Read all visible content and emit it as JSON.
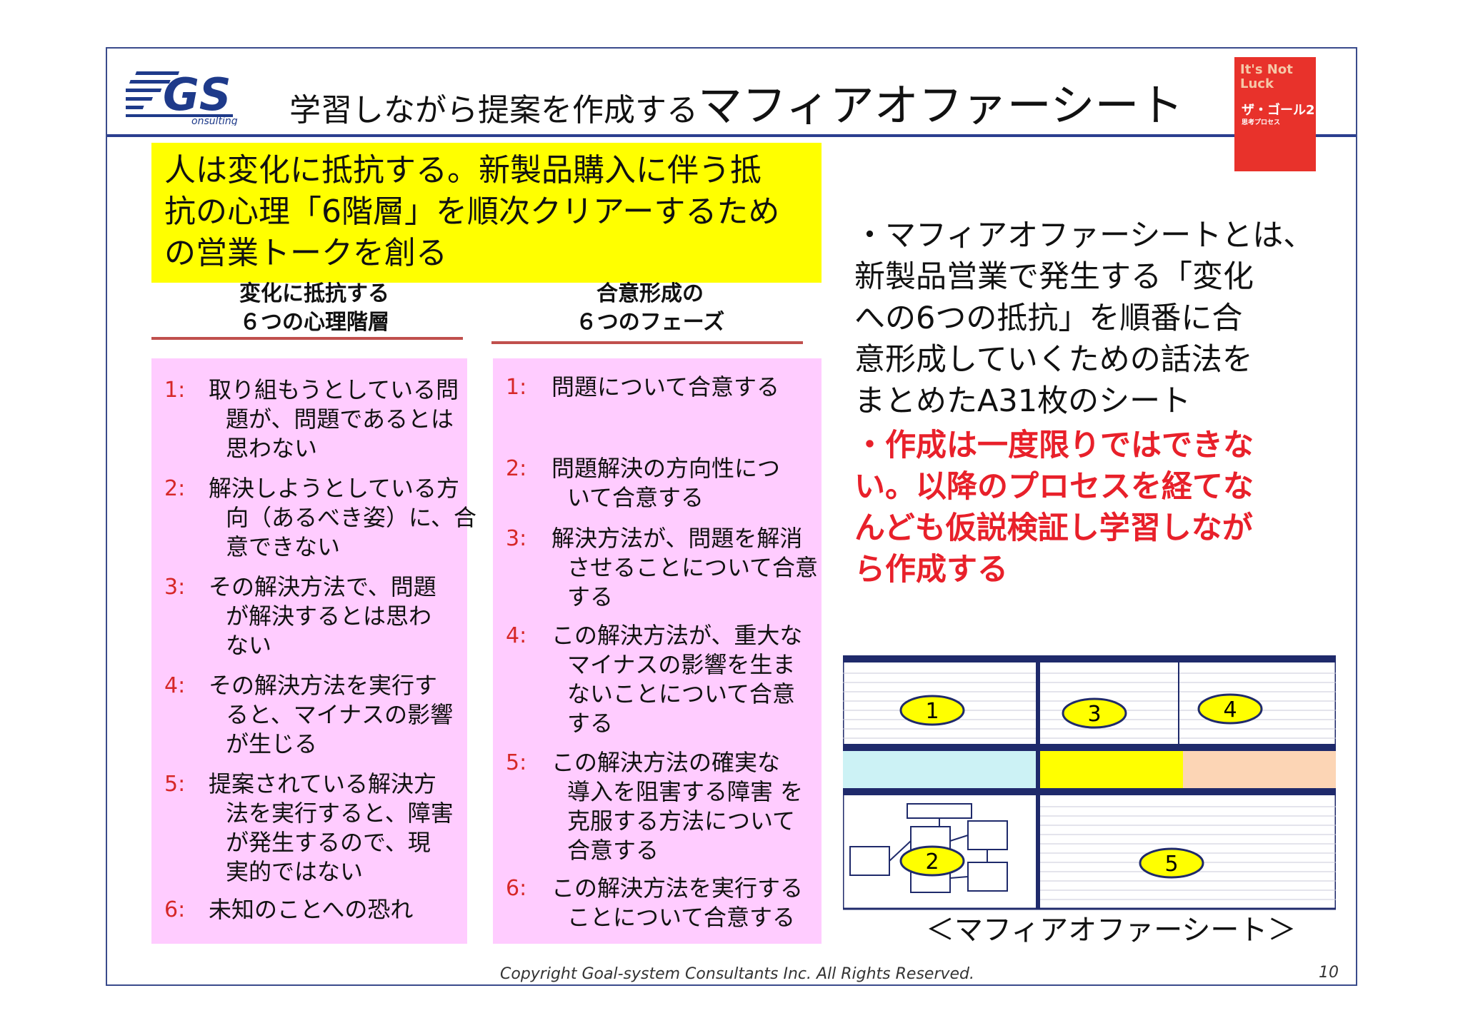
{
  "logo": {
    "main": "GS",
    "sub": "onsulting"
  },
  "title": {
    "small": "学習しながら提案を作成する",
    "large": "マフィアオファーシート"
  },
  "book": {
    "line1": "It's Not",
    "line2": "Luck",
    "jp_title": "ザ・ゴール2",
    "jp_sub": "思考プロセス"
  },
  "highlight": {
    "lines": [
      "人は変化に抵抗する。新製品購入に伴う抵",
      "抗の心理「6階層」を順次クリアーするため",
      "の営業トークを創る"
    ]
  },
  "left_column": {
    "heading": [
      "変化に抵抗する",
      "６つの心理階層"
    ],
    "items": [
      {
        "num": "1:",
        "lines": [
          "取り組もうとしている問",
          "題が、問題であるとは",
          "思わない"
        ]
      },
      {
        "num": "2:",
        "lines": [
          "解決しようとしている方",
          "向（あるべき姿）に、合",
          "意できない"
        ]
      },
      {
        "num": "3:",
        "lines": [
          "その解決方法で、問題",
          "が解決するとは思わ",
          "ない"
        ]
      },
      {
        "num": "4:",
        "lines": [
          "その解決方法を実行す",
          "ると、マイナスの影響",
          "が生じる"
        ]
      },
      {
        "num": "5:",
        "lines": [
          "提案されている解決方",
          "法を実行すると、障害",
          "が発生するので、現",
          "実的ではない"
        ]
      },
      {
        "num": "6:",
        "lines": [
          "未知のことへの恐れ"
        ]
      }
    ]
  },
  "middle_column": {
    "heading": [
      "合意形成の",
      "６つのフェーズ"
    ],
    "items": [
      {
        "num": "1:",
        "lines": [
          "問題について合意する"
        ]
      },
      {
        "num": "2:",
        "lines": [
          "問題解決の方向性につ",
          "いて合意する"
        ]
      },
      {
        "num": "3:",
        "lines": [
          "解決方法が、問題を解消",
          "させることについて合意",
          "する"
        ]
      },
      {
        "num": "4:",
        "lines": [
          "この解決方法が、重大な",
          "マイナスの影響を生ま",
          "ないことについて合意",
          "する"
        ]
      },
      {
        "num": "5:",
        "lines": [
          "この解決方法の確実な",
          "導入を阻害する障害 を",
          "克服する方法について",
          "合意する"
        ]
      },
      {
        "num": "6:",
        "lines": [
          "この解決方法を実行する",
          "ことについて合意する"
        ]
      }
    ]
  },
  "right_text": {
    "black_lines": [
      "・マフィアオファーシートとは、",
      "新製品営業で発生する「変化",
      "への6つの抵抗」を順番に合",
      "意形成していくための話法を",
      "まとめたA31枚のシート"
    ],
    "red_lines": [
      "・作成は一度限りではできな",
      "い。以降のプロセスを経てな",
      "んども仮説検証し学習しなが",
      "ら作成する"
    ]
  },
  "sheet": {
    "labels": [
      "1",
      "3",
      "4",
      "2",
      "5"
    ],
    "colors": {
      "cyan": "#ccf2f5",
      "yellow": "#ffff00",
      "peach": "#fcd5b5",
      "navy": "#1f2a6b",
      "oval": "#ffff00"
    }
  },
  "caption": "＜マフィアオファーシート＞",
  "copyright": "Copyright Goal-system Consultants Inc. All Rights Reserved.",
  "page_number": "10"
}
